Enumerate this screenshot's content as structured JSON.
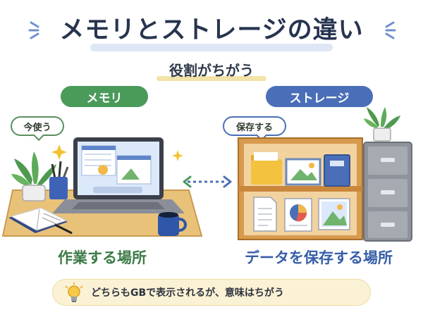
{
  "header": {
    "title": "メモリとストレージの違い",
    "subtitle": "役割がちがう"
  },
  "memory": {
    "label": "メモリ",
    "bubble": "今使う",
    "caption": "作業する場所"
  },
  "storage": {
    "label": "ストレージ",
    "bubble": "保存する",
    "caption": "データを保存する場所"
  },
  "tip": {
    "text": "どちらもGBで表示されるが、意味はちがう",
    "icon": "lightbulb-icon"
  },
  "colors": {
    "title": "#27344f",
    "memory_accent": "#4a9a5a",
    "storage_accent": "#4a6fb8",
    "tip_bg": "#fbf1d4"
  }
}
